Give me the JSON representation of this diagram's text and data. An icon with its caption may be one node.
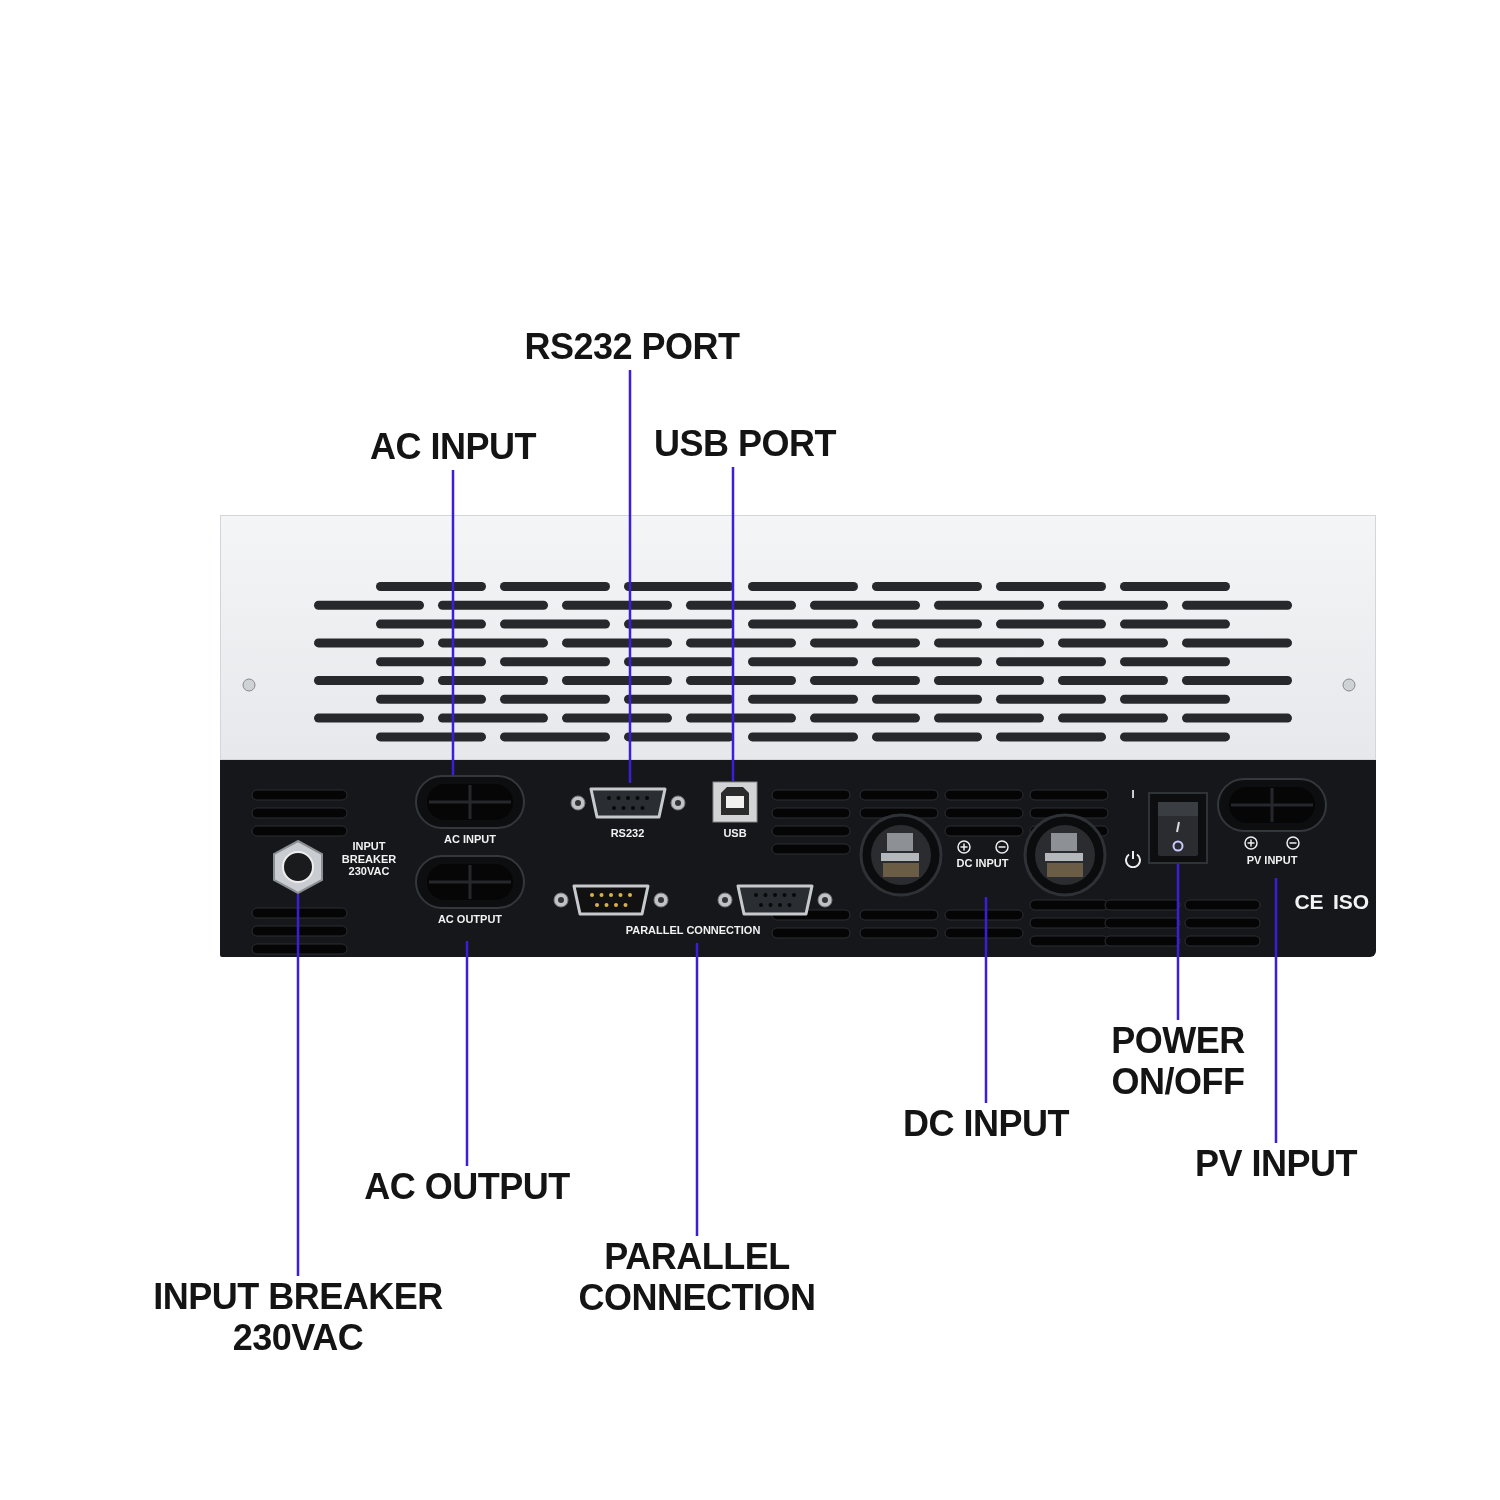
{
  "diagram": {
    "nodes": [
      {
        "text": [
          "RS232 PORT"
        ]
      },
      {
        "text": [
          "AC INPUT"
        ]
      },
      {
        "text": [
          "USB PORT"
        ]
      },
      {
        "text": [
          "POWER ON/OFF"
        ]
      },
      {
        "text": [
          "DC INPUT"
        ]
      },
      {
        "text": [
          "PV INPUT"
        ]
      },
      {
        "text": [
          "AC OUTPUT"
        ]
      },
      {
        "text": [
          "PARALLEL CONNECTION"
        ]
      },
      {
        "text": [
          "INPUT BREAKER 230VAC"
        ]
      },
      {
        "text": [],
        "shape": "picture"
      },
      {
        "text": [],
        "shape": "circle",
        "in": 9
      },
      {
        "text": [
          "AC INPUT"
        ],
        "in": 9
      },
      {
        "text": [
          "AC OUTPUT"
        ],
        "in": 9
      },
      {
        "text": [
          "RS232"
        ],
        "in": 9
      },
      {
        "text": [
          "PARALLEL CONNECTION"
        ],
        "in": 9
      },
      {
        "text": [
          "USB"
        ],
        "in": 9
      },
      {
        "text": [
          "DC INPUT"
        ],
        "in": 9
      },
      {
        "text": [],
        "shape": "box",
        "in": 9
      },
      {
        "text": [
          "PV INPUT"
        ],
        "in": 9
      }
    ],
    "edges": [
      {
        "from": 0,
        "to": 13,
        "arrow": "none"
      },
      {
        "from": 1,
        "to": 11,
        "arrow": "none"
      },
      {
        "from": 2,
        "to": 15,
        "arrow": "none"
      },
      {
        "from": 3,
        "to": 17,
        "arrow": "none"
      },
      {
        "from": 4,
        "to": 16,
        "arrow": "none"
      },
      {
        "from": 5,
        "to": 18,
        "arrow": "none"
      },
      {
        "from": 6,
        "to": 12,
        "arrow": "none"
      },
      {
        "from": 7,
        "to": 14,
        "arrow": "none"
      },
      {
        "from": 8,
        "to": 10,
        "arrow": "none"
      }
    ],
    "labels": [
      "INPUT BREAKER 230VAC",
      "I",
      "CE",
      "ISO"
    ]
  }
}
